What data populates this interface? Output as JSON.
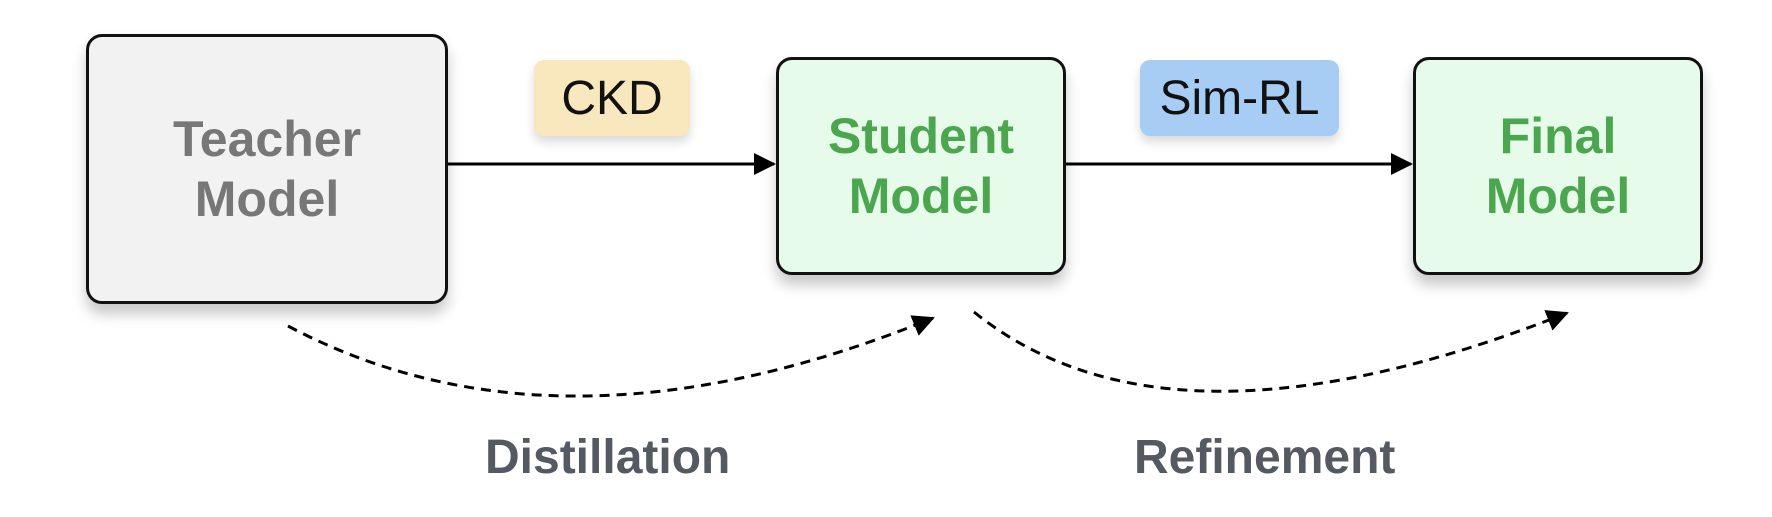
{
  "nodes": {
    "teacher": {
      "line1": "Teacher",
      "line2": "Model"
    },
    "student": {
      "line1": "Student",
      "line2": "Model"
    },
    "final": {
      "line1": "Final",
      "line2": "Model"
    }
  },
  "edges": {
    "ckd": {
      "label": "CKD",
      "color": "#f9e8bd"
    },
    "sim_rl": {
      "label": "Sim-RL",
      "color": "#a8cdf5"
    }
  },
  "stages": {
    "distillation": "Distillation",
    "refinement": "Refinement"
  },
  "colors": {
    "teacher_fill": "#f2f2f2",
    "teacher_text": "#777777",
    "model_fill": "#e6fbe9",
    "model_text": "#4ca64f",
    "stage_text": "#555a62"
  }
}
